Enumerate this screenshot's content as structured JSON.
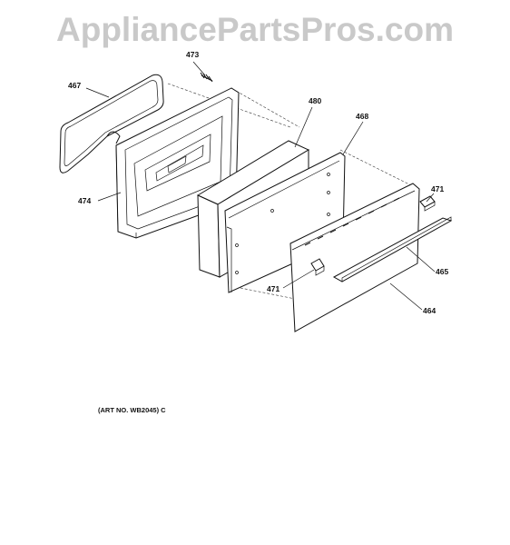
{
  "watermark": "AppliancePartsPros.com",
  "art_number": "(ART NO. WB2045) C",
  "callouts": {
    "gasket": "467",
    "screw": "473",
    "door_frame": "474",
    "insulation": "480",
    "inner_panel": "468",
    "handle_end_top": "471",
    "handle_end_bottom": "471",
    "handle": "465",
    "outer_door": "464"
  }
}
